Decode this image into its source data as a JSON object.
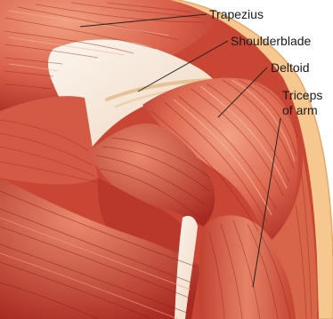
{
  "labels": {
    "trapezius": "Trapezius",
    "shoulderblade": "Shoulderblade",
    "deltoid": "Deltoid",
    "triceps_line1": "Triceps",
    "triceps_line2": "of arm"
  },
  "colors": {
    "skin": "#f6c88f",
    "skin_edge": "#e6a868",
    "muscle_base": "#d6553f",
    "muscle_light": "#ec8f72",
    "muscle_dark": "#a6231e",
    "muscle_fiber": "#b93a2c",
    "tendon": "#f8efe6",
    "leader_line": "#222222"
  }
}
